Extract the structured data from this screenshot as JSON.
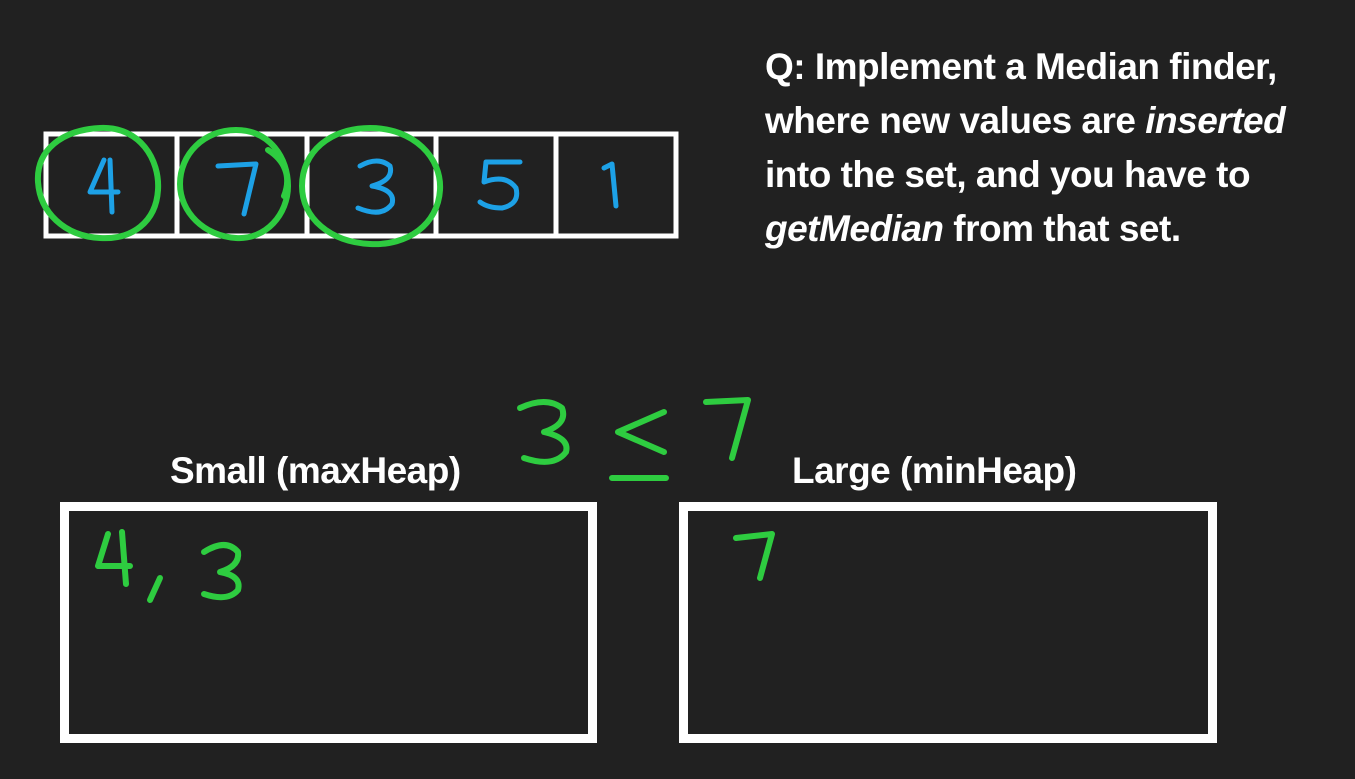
{
  "question": {
    "prefix": "Q: Implement a Median finder, where new values are ",
    "inserted": "inserted",
    "middle": " into the set, and you have to ",
    "get_median": "getMedian",
    "suffix": " from that set."
  },
  "array": {
    "values": [
      "4",
      "7",
      "3",
      "5",
      "1"
    ],
    "circled": [
      "4",
      "7",
      "3"
    ]
  },
  "comparison": {
    "left": "3",
    "operator": "≤",
    "right": "7"
  },
  "small_heap": {
    "label": "Small (maxHeap)",
    "contents": "4,3"
  },
  "large_heap": {
    "label": "Large (minHeap)",
    "contents": "7"
  },
  "colors": {
    "background": "#212121",
    "outline": "#ffffff",
    "array_digits": "#1da1e6",
    "annotation": "#2ecc40"
  }
}
